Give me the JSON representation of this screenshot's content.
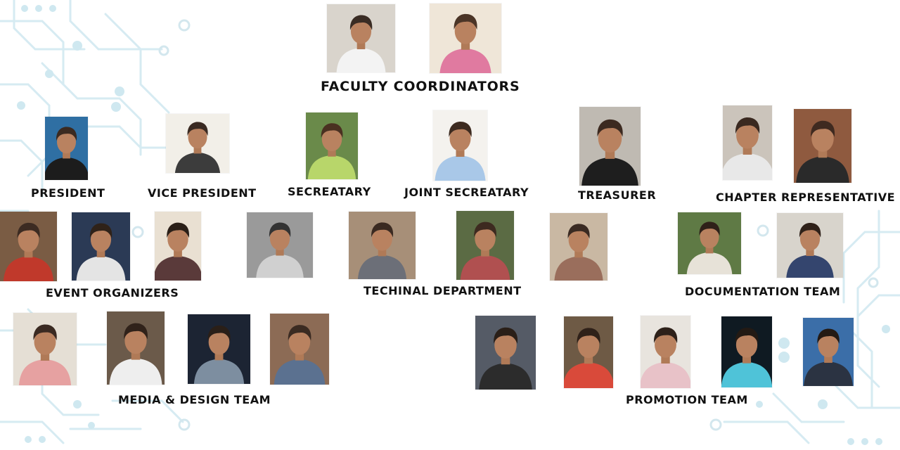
{
  "labels": {
    "faculty": "FACULTY COORDINATORS",
    "president": "PRESIDENT",
    "vice_president": "VICE PRESIDENT",
    "secretary": "SECREATARY",
    "joint_secretary": "JOINT SECREATARY",
    "treasurer": "TREASURER",
    "chapter_rep": "CHAPTER REPRESENTATIVE",
    "event_organizers": "EVENT ORGANIZERS",
    "technical": "TECHINAL DEPARTMENT",
    "documentation": "DOCUMENTATION TEAM",
    "media_design": "MEDIA & DESIGN TEAM",
    "promotion": "PROMOTION TEAM"
  },
  "colors": {
    "circuit": "#cfe6ee",
    "circuit_dot": "#a9dbe8",
    "label_text": "#111111"
  },
  "photo_icon": "person-portrait-icon"
}
